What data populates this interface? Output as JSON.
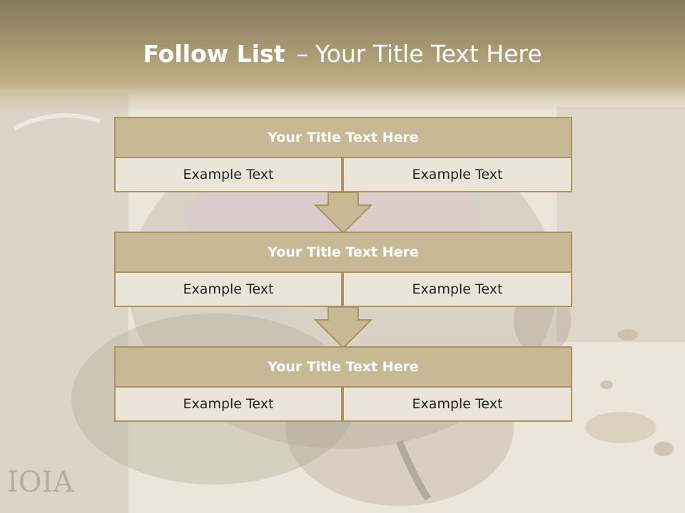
{
  "slide": {
    "title_bold": "Follow List",
    "title_dash": "–",
    "title_rest": "Your Title Text Here"
  },
  "steps": [
    {
      "title": "Your Title Text Here",
      "left": "Example Text",
      "right": "Example Text"
    },
    {
      "title": "Your Title Text Here",
      "left": "Example Text",
      "right": "Example Text"
    },
    {
      "title": "Your Title Text Here",
      "left": "Example Text",
      "right": "Example Text"
    }
  ],
  "background_logo": "IOIA",
  "colors": {
    "header": "#a89a72",
    "title_text": "#ffffff",
    "box_border": "#a8955f",
    "title_fill": "#c8b995",
    "cell_fill": "#ebe4d8",
    "cell_text": "#222222",
    "arrow_fill": "#c8b995"
  }
}
